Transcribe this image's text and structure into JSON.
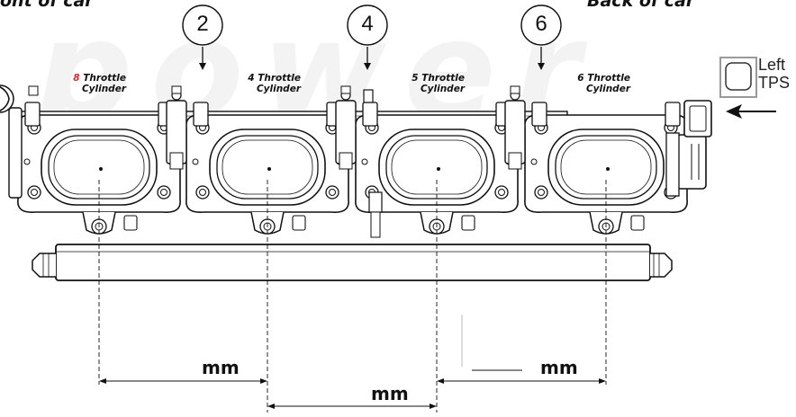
{
  "corners": {
    "left": "ont of car",
    "right": "Back of car"
  },
  "watermark": "power",
  "markers": [
    {
      "id": "marker-2",
      "label": "2"
    },
    {
      "id": "marker-4",
      "label": "4"
    },
    {
      "id": "marker-6",
      "label": "6"
    }
  ],
  "throttles": [
    {
      "number": "8",
      "word": "Throttle",
      "line2": "Cylinder",
      "highlight": true
    },
    {
      "number": "4",
      "word": "Throttle",
      "line2": "Cylinder",
      "highlight": false
    },
    {
      "number": "5",
      "word": "Throttle",
      "line2": "Cylinder",
      "highlight": false
    },
    {
      "number": "6",
      "word": "Throttle",
      "line2": "Cylinder",
      "highlight": false
    }
  ],
  "tps": {
    "line1": "Left",
    "line2": "TPS"
  },
  "dimensions": [
    {
      "id": "dim-1-2",
      "unit": "mm"
    },
    {
      "id": "dim-2-3",
      "unit": "mm"
    },
    {
      "id": "dim-3-4",
      "unit": "mm"
    }
  ],
  "colors": {
    "highlight": "#d7282f",
    "line": "#1a1a1a",
    "watermark": "#f1f1f1"
  }
}
